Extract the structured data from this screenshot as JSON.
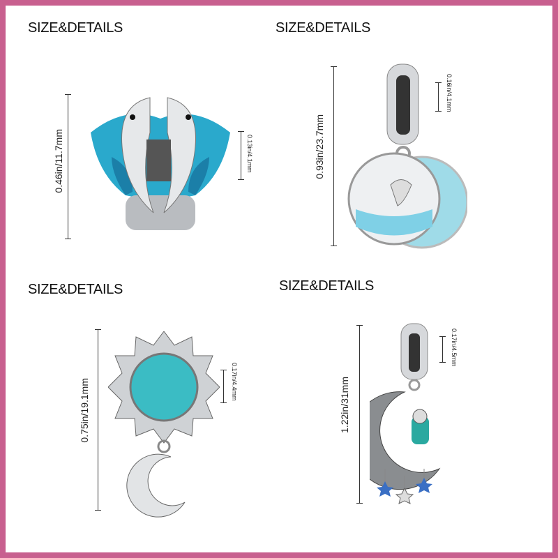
{
  "panels": [
    {
      "title": "SIZE&DETAILS",
      "height_label": "0.46in/11.7mm",
      "width_label": "0.13in/4.1mm"
    },
    {
      "title": "SIZE&DETAILS",
      "height_label": "0.93in/23.7mm",
      "width_label": "0.16in/4.1mm"
    },
    {
      "title": "SIZE&DETAILS",
      "height_label": "0.75in/19.1mm",
      "width_label": "0.17in/4.4mm"
    },
    {
      "title": "SIZE&DETAILS",
      "height_label": "1.22in/31mm",
      "width_label": "0.17in/4.5mm"
    }
  ],
  "colors": {
    "border": "#c8608f",
    "enamel_blue": "#2aa9cc",
    "silver": "#c9ccd0"
  }
}
